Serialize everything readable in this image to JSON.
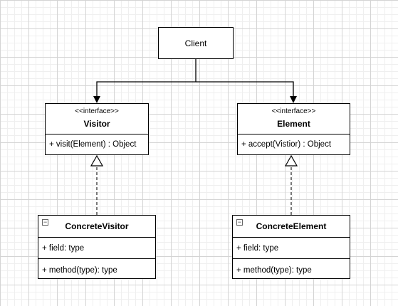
{
  "client": {
    "label": "Client"
  },
  "visitor": {
    "stereotype": "<<interface>>",
    "name": "Visitor",
    "operation": "+ visit(Element) : Object"
  },
  "element": {
    "stereotype": "<<interface>>",
    "name": "Element",
    "operation": "+ accept(Vistior) : Object"
  },
  "concrete_visitor": {
    "collapse_glyph": "−",
    "name": "ConcreteVisitor",
    "field": "+ field: type",
    "method": "+ method(type): type"
  },
  "concrete_element": {
    "collapse_glyph": "−",
    "name": "ConcreteElement",
    "field": "+ field: type",
    "method": "+ method(type): type"
  },
  "colors": {
    "line": "#000000",
    "dashed_line": "#333333",
    "grid": "#d4d4d4"
  }
}
